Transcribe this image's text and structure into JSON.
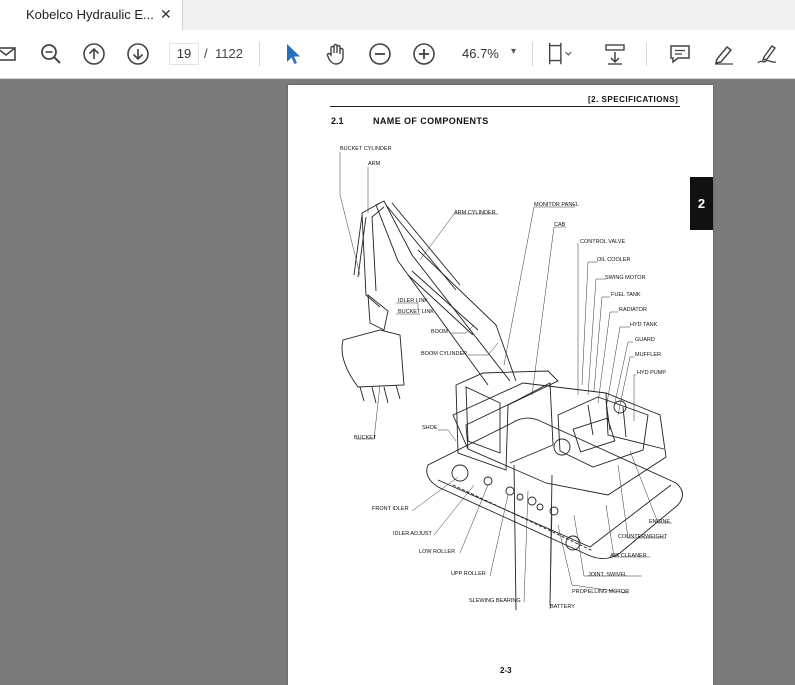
{
  "tab": {
    "title": "Kobelco Hydraulic E...",
    "close": "✕"
  },
  "toolbar": {
    "icons": [
      "mail-icon",
      "zoom-out-search-icon",
      "page-up-icon",
      "page-down-icon",
      "select-cursor-icon",
      "hand-pan-icon",
      "zoom-minus-icon",
      "zoom-plus-icon",
      "fit-page-icon",
      "scroll-mode-icon",
      "comment-icon",
      "highlight-pen-icon",
      "sign-icon"
    ],
    "page_current": "19",
    "page_sep": "/",
    "page_total": "1122",
    "zoom": "46.7%",
    "zoom_caret": "▾",
    "accent": "#2a6ebb"
  },
  "document": {
    "header": "[2.  SPECIFICATIONS]",
    "section_number": "2.1",
    "section_title": "NAME OF COMPONENTS",
    "side_tab": "2",
    "page_number": "2-3",
    "labels": {
      "bucket_cylinder": "BUCKET CYLINDER",
      "arm": "ARM",
      "arm_cylinder": "ARM CYLINDER",
      "monitor_panel": "MONITOR PANEL",
      "cab": "CAB",
      "control_valve": "CONTROL VALVE",
      "oil_cooler": "OIL COOLER",
      "swing_motor": "SWING MOTOR",
      "fuel_tank": "FUEL TANK",
      "radiator": "RADIATOR",
      "hyd_tank": "HYD TANK",
      "guard": "GUARD",
      "muffler": "MUFFLER",
      "hyd_pump": "HYD PUMP",
      "idler_link": "IDLER LINK",
      "bucket_link": "BUCKET LINK",
      "boom": "BOOM",
      "boom_cylinder": "BOOM CYLINDER",
      "bucket": "BUCKET",
      "shoe": "SHOE",
      "front_idler": "FRONT IDLER",
      "idler_adjust": "IDLER ADJUST",
      "low_roller": "LOW ROLLER",
      "upp_roller": "UPP ROLLER",
      "slewing_bearing": "SLEWING BEARING",
      "battery": "BATTERY",
      "propelling_motor": "PROPELLING MOTOR",
      "joint_swivel": "JOINT, SWIVEL",
      "air_cleaner": "AIR CLEANER",
      "counterweight": "COUNTERWEIGHT",
      "engine": "ENGINE"
    }
  }
}
